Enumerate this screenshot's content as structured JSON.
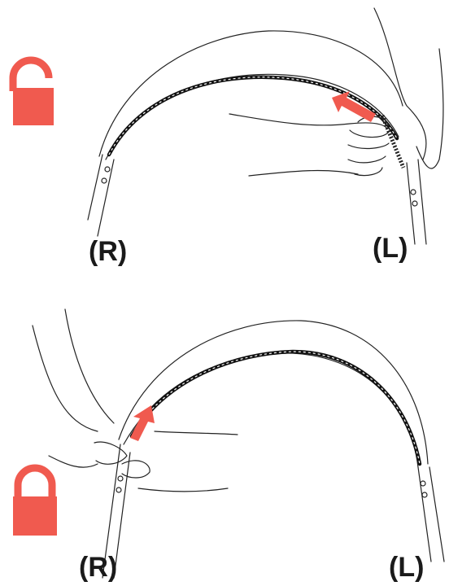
{
  "colors": {
    "accent": "#f05a4f",
    "line": "#222222",
    "zipper": "#111111",
    "background": "#ffffff"
  },
  "steps": [
    {
      "lock_icon": "unlocked-padlock-icon",
      "label_right": "(R)",
      "label_left": "(L)"
    },
    {
      "lock_icon": "locked-padlock-icon",
      "label_right": "(R)",
      "label_left": "(L)"
    }
  ]
}
